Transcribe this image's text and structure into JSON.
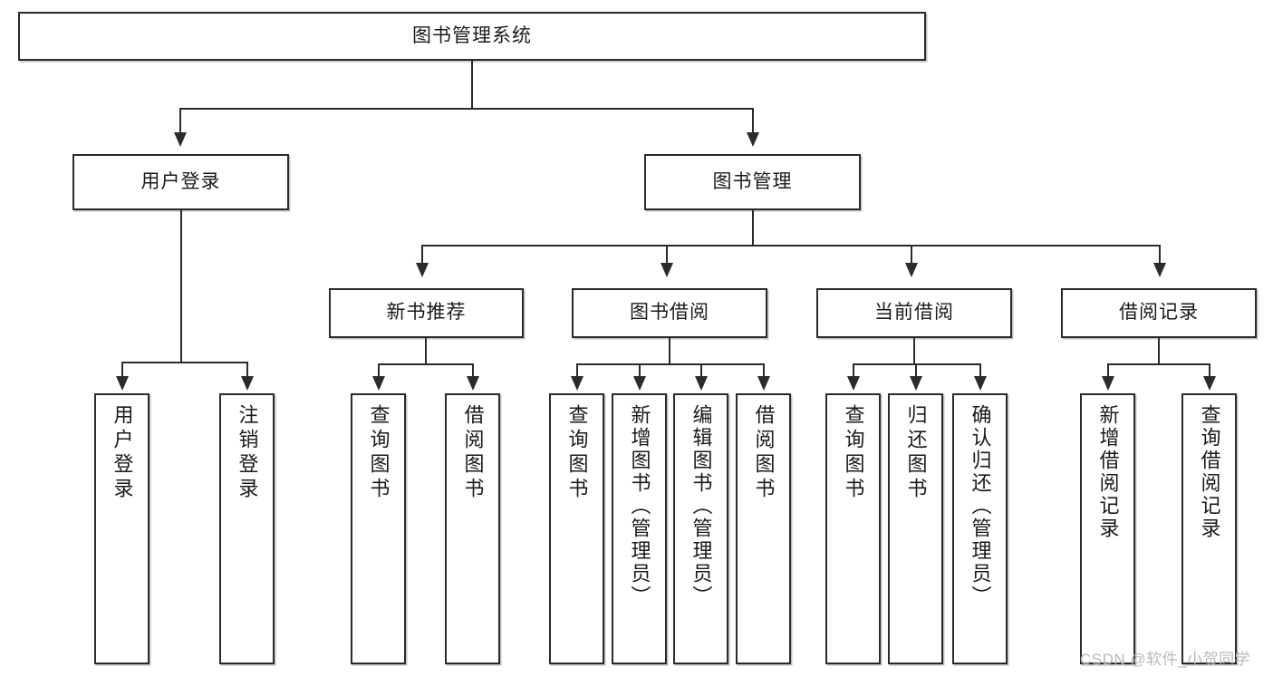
{
  "diagram": {
    "title": "图书管理系统",
    "watermark": "CSDN @软件_小贺同学",
    "colors": {
      "stroke": "#2b2b2b",
      "fill": "#ffffff",
      "text": "#1a1a1a",
      "watermark": "#b9b9b9"
    },
    "type": "hierarchy-tree",
    "levels": 4,
    "root": {
      "label": "图书管理系统"
    },
    "level2": [
      {
        "label": "用户登录"
      },
      {
        "label": "图书管理"
      }
    ],
    "level3": [
      {
        "label": "新书推荐"
      },
      {
        "label": "图书借阅"
      },
      {
        "label": "当前借阅"
      },
      {
        "label": "借阅记录"
      }
    ],
    "leaves": {
      "user_login": [
        {
          "label": "用户登录"
        },
        {
          "label": "注销登录"
        }
      ],
      "new_book_recommend": [
        {
          "label": "查询图书"
        },
        {
          "label": "借阅图书"
        }
      ],
      "book_borrow": [
        {
          "label": "查询图书"
        },
        {
          "label": "新增图书（管理员）"
        },
        {
          "label": "编辑图书（管理员）"
        },
        {
          "label": "借阅图书"
        }
      ],
      "current_borrow": [
        {
          "label": "查询图书"
        },
        {
          "label": "归还图书"
        },
        {
          "label": "确认归还（管理员）"
        }
      ],
      "borrow_record": [
        {
          "label": "新增借阅记录"
        },
        {
          "label": "查询借阅记录"
        }
      ]
    }
  }
}
